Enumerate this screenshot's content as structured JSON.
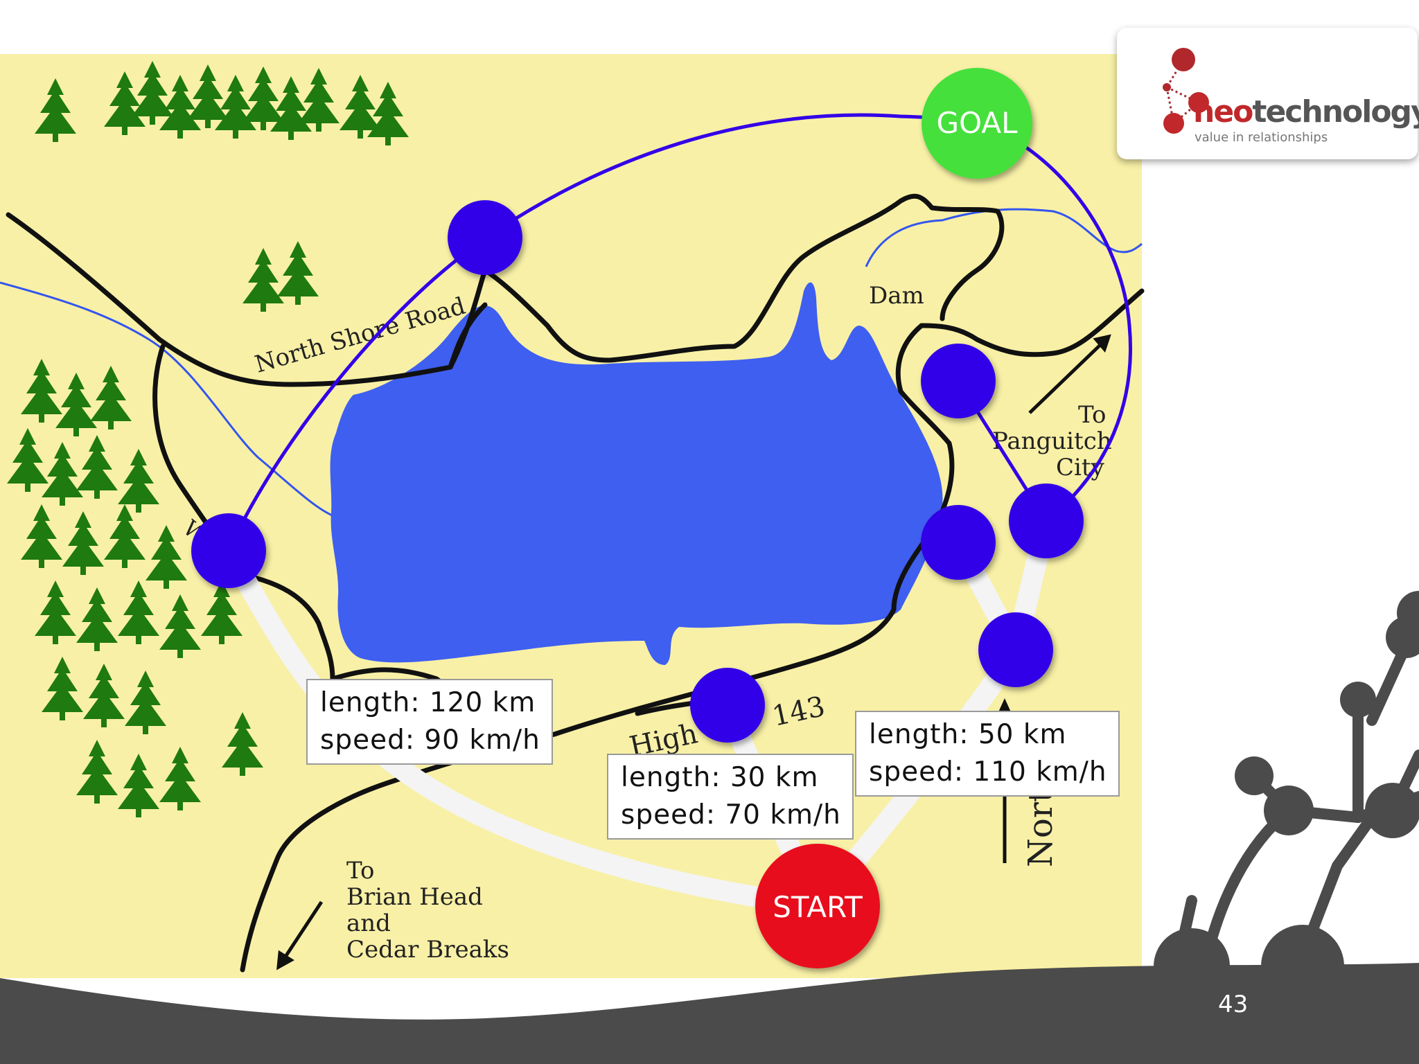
{
  "map_labels": {
    "north_shore_road": "North Shore Road",
    "dam": "Dam",
    "to_panguitch": [
      "To",
      "Panguitch",
      "City"
    ],
    "to_brian_head": [
      "To",
      "Brian Head",
      "and",
      "Cedar Breaks"
    ],
    "highway_number": "143",
    "highway_word": "High",
    "west_fragment": "W",
    "north": "North"
  },
  "nodes": {
    "goal": "GOAL",
    "start": "START"
  },
  "edges": [
    {
      "length": "length: 120 km",
      "speed": "speed: 90 km/h"
    },
    {
      "length": "length: 30 km",
      "speed": "speed: 70 km/h"
    },
    {
      "length": "length: 50 km",
      "speed": "speed: 110 km/h"
    }
  ],
  "logo": {
    "brand_neo": "neo",
    "brand_tech": "technology",
    "tagline": "value in relationships"
  },
  "page_number": "43",
  "colors": {
    "map_background": "#f8f0a6",
    "lake": "#3f5ff0",
    "node": "#3300e8",
    "goal": "#44e03a",
    "start": "#e8091e",
    "path": "#3300e8",
    "route": "#f4f4f4",
    "trees": "#1f7a10",
    "decor": "#4b4b4b"
  }
}
